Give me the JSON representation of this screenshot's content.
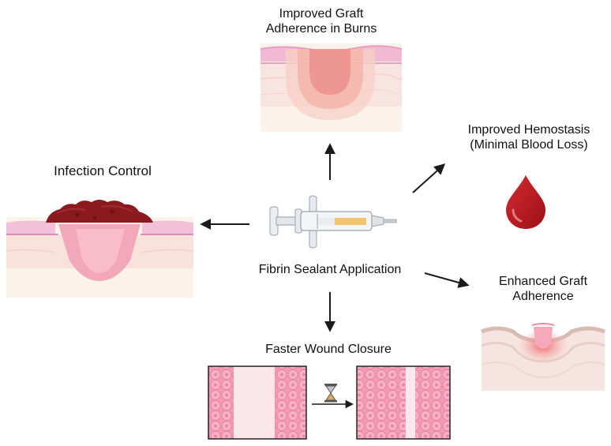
{
  "center_label": "Fibrin Sealant Application",
  "benefits": {
    "graft_burns": {
      "line1": "Improved Graft",
      "line2": "Adherence in Burns"
    },
    "hemostasis": {
      "line1": "Improved Hemostasis",
      "line2": "(Minimal Blood Loss)"
    },
    "infection": {
      "line1": "Infection Control"
    },
    "enhanced_graft": {
      "line1": "Enhanced Graft",
      "line2": "Adherence"
    },
    "wound_closure": {
      "line1": "Faster Wound Closure"
    }
  },
  "colors": {
    "arrow": "#1a1a1a",
    "blood": "#b3121e",
    "skin_pink": "#f4b8c8",
    "scab": "#8a1a1e",
    "tissue_cream": "#fbf3ea"
  },
  "icons": [
    "syringe-icon",
    "blood-drop-icon",
    "hourglass-icon"
  ]
}
